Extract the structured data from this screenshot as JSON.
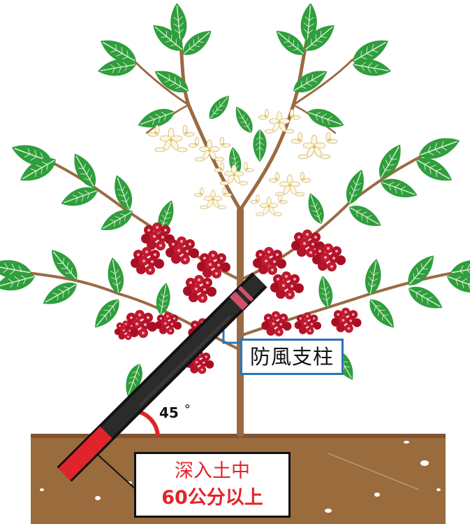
{
  "labels": {
    "wind_support": "防風支柱",
    "depth_line1": "深入土中",
    "depth_line2": "60公分以上",
    "angle_value": "45",
    "angle_unit": "°"
  },
  "colors": {
    "leaf": "#2f9e3c",
    "leaf_vein": "#d8efd3",
    "branch": "#9b6a43",
    "cherry": "#b4132a",
    "flower": "#fff6dc",
    "soil": "#9a6b3d",
    "pole": "#222222",
    "pole_tip": "#e1242b",
    "pole_band": "#d0506a",
    "label_border_blue": "#2e74b5",
    "label_text_red": "#e1242b"
  }
}
